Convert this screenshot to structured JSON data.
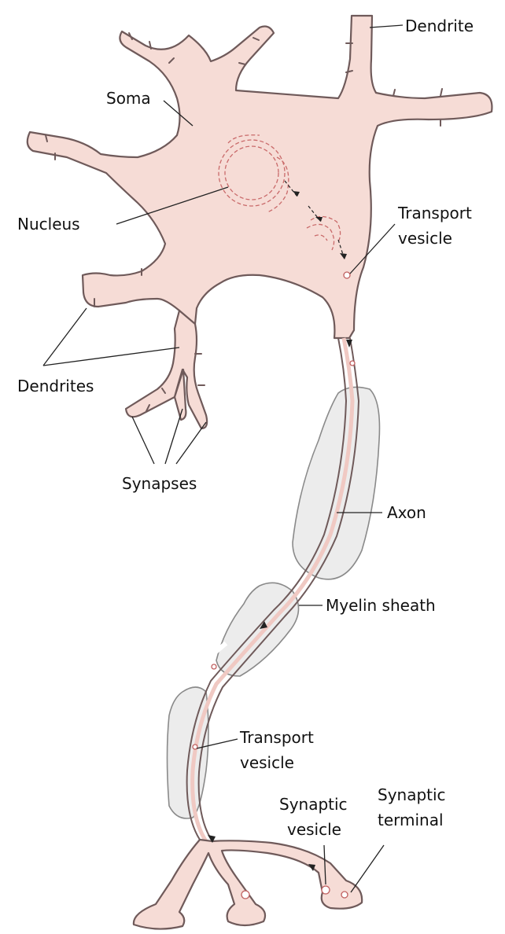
{
  "labels": {
    "dendrite": "Dendrite",
    "soma": "Soma",
    "nucleus": "Nucleus",
    "transport_vesicle_top": [
      "Transport",
      "vesicle"
    ],
    "dendrites": "Dendrites",
    "synapses": "Synapses",
    "axon": "Axon",
    "myelin_sheath": "Myelin sheath",
    "transport_vesicle_bottom": [
      "Transport",
      "vesicle"
    ],
    "synaptic_vesicle": [
      "Synaptic",
      "vesicle"
    ],
    "synaptic_terminal": [
      "Synaptic",
      "terminal"
    ]
  },
  "colors": {
    "cytoplasm": "#f6dcd6",
    "membrane": "#6f5a5a",
    "myelin": "#ececec",
    "organelle": "#c96a6a"
  }
}
